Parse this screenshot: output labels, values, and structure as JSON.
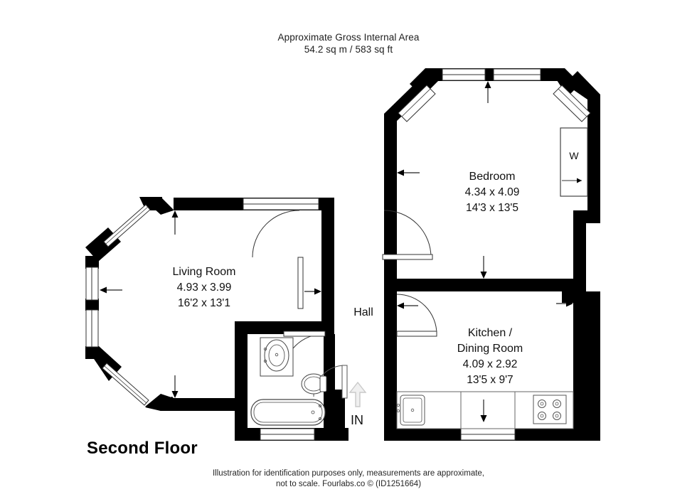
{
  "header": {
    "line1": "Approximate Gross Internal Area",
    "line2": "54.2 sq m / 583 sq ft"
  },
  "floor": {
    "title": "Second Floor"
  },
  "footer": {
    "line1": "Illustration for identification purposes only, measurements are approximate,",
    "line2": "not to scale. Fourlabs.co © (ID1251664)"
  },
  "rooms": [
    {
      "name": "Bedroom",
      "metric": "4.34 x 4.09",
      "imperial": "14'3 x 13'5"
    },
    {
      "name": "Living Room",
      "metric": "4.93 x 3.99",
      "imperial": "16'2 x 13'1"
    },
    {
      "name": "Kitchen /",
      "name2": "Dining Room",
      "metric": "4.09 x 2.92",
      "imperial": "13'5 x 9'7"
    },
    {
      "name": "Hall"
    }
  ],
  "markers": {
    "entrance": "IN",
    "wardrobe": "W"
  },
  "colors": {
    "wall": "#000000",
    "background": "#ffffff",
    "fixture_stroke": "#555555",
    "arrow_in": "#cccccc",
    "text": "#1a1a1a"
  }
}
